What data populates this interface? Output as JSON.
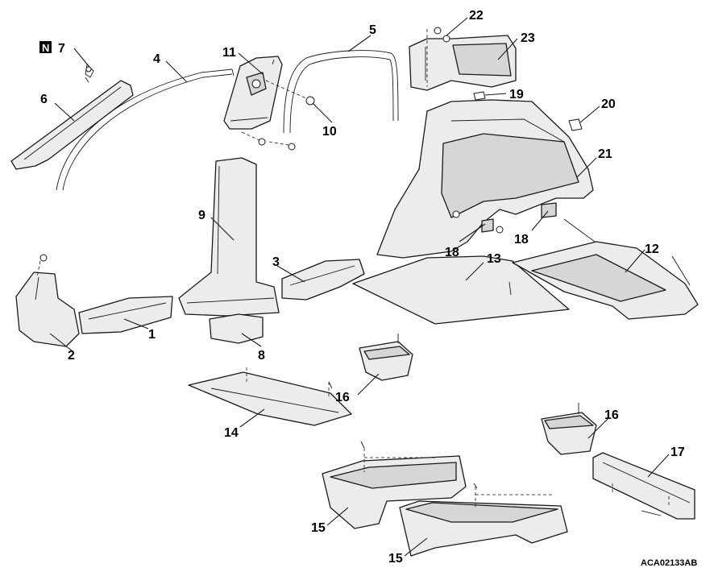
{
  "callouts": {
    "c1": "1",
    "c2": "2",
    "c3": "3",
    "c4": "4",
    "c5": "5",
    "c6": "6",
    "c7": "7",
    "c8": "8",
    "c9": "9",
    "c10": "10",
    "c11": "11",
    "c12": "12",
    "c13": "13",
    "c14": "14",
    "c15a": "15",
    "c15b": "15",
    "c16a": "16",
    "c16b": "16",
    "c17": "17",
    "c18a": "18",
    "c18b": "18",
    "c19": "19",
    "c20": "20",
    "c21": "21",
    "c22": "22",
    "c23": "23"
  },
  "new_part_badge": "N",
  "figure_code": "ACA02133AB"
}
